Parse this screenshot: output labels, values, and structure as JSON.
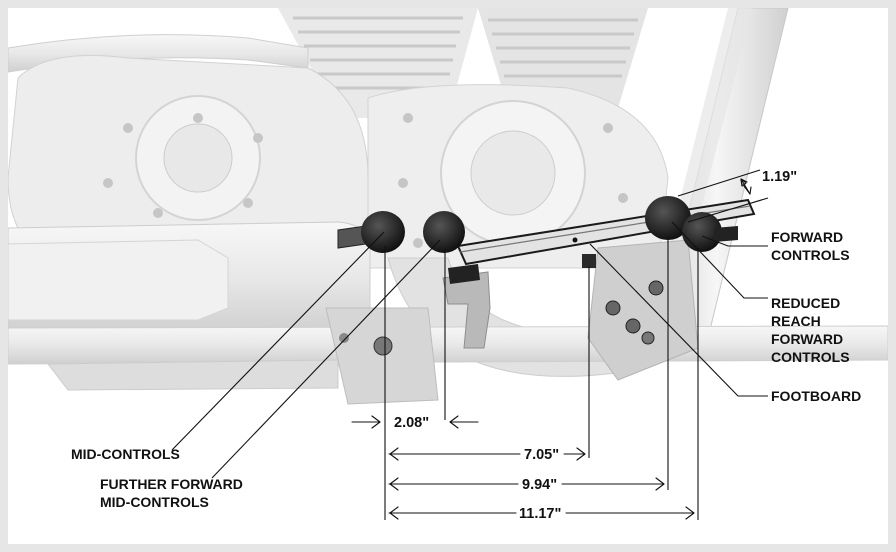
{
  "labels": {
    "mid_controls": "MID-CONTROLS",
    "further_forward_1": "FURTHER FORWARD",
    "further_forward_2": "MID-CONTROLS",
    "forward_controls_1": "FORWARD",
    "forward_controls_2": "CONTROLS",
    "reduced_reach_1": "REDUCED",
    "reduced_reach_2": "REACH",
    "reduced_reach_3": "FORWARD",
    "reduced_reach_4": "CONTROLS",
    "footboard": "FOOTBOARD"
  },
  "dimensions": {
    "peg_offset": "1.19\"",
    "further_forward": "2.08\"",
    "footboard": "7.05\"",
    "reduced_reach": "9.94\"",
    "forward": "11.17\""
  },
  "colors": {
    "background": "#e6e6e6",
    "panel": "#ffffff",
    "line": "#111111",
    "bike_light": "#efefef",
    "bike_mid": "#d9d9d9",
    "bike_dark": "#b7b7b7",
    "peg": "#151515"
  }
}
